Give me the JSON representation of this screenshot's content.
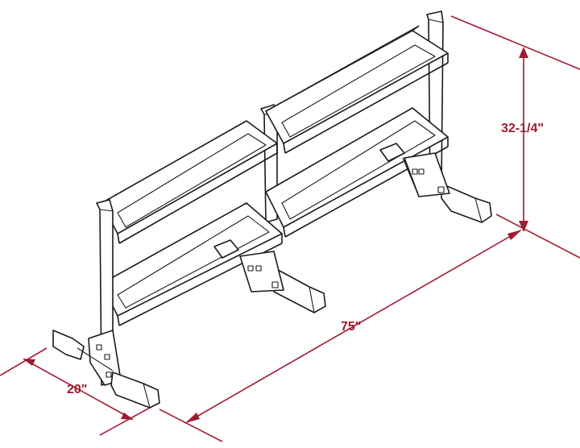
{
  "dimensions": {
    "height": "32-1/4\"",
    "length": "75\"",
    "depth": "20\""
  },
  "colors": {
    "dimension": "#9e1b32",
    "line": "#1a1a1a",
    "background": "#ffffff"
  }
}
